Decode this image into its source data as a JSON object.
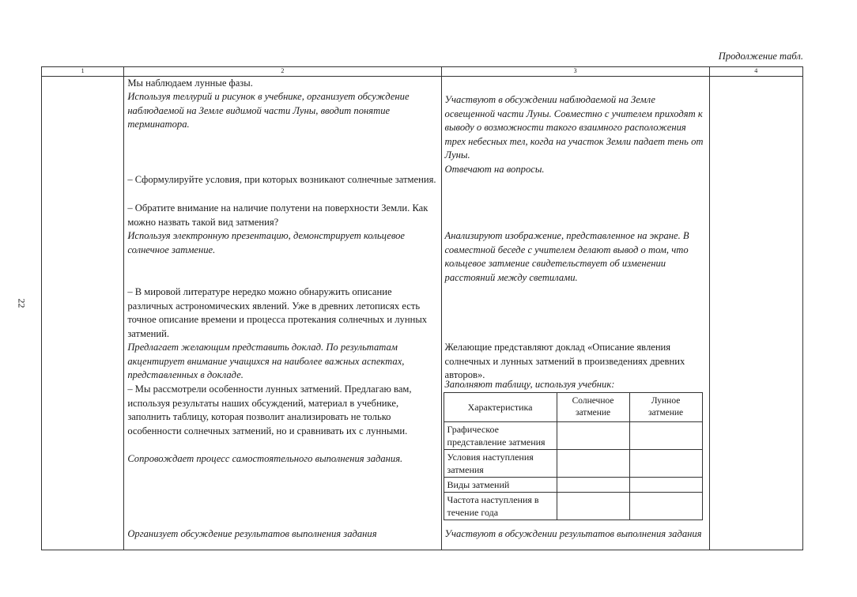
{
  "caption": "Продолжение табл.",
  "page_number": "22",
  "header_cols": [
    "1",
    "2",
    "3",
    "4"
  ],
  "col2": {
    "b1": "Мы наблюдаем лунные фазы.",
    "b2": "Используя теллурий и рисунок в учебнике, организует обсуждение наблюдаемой на Земле видимой части Луны, вводит понятие терминатора.",
    "b3": "– Сформулируйте условия, при которых возникают солнечные затмения.",
    "b4": "– Обратите внимание на наличие полутени на поверхности Земли. Как можно назвать такой вид затмения?",
    "b5": "Используя электронную презентацию, демонстрирует кольцевое солнечное затмение.",
    "b6": "– В мировой литературе нередко можно обнаружить описание различных астрономических явлений. Уже в древних летописях есть точное описание времени и процесса протекания солнечных и лунных затмений.",
    "b7": "Предлагает желающим представить доклад. По результатам акцентирует внимание учащихся на наиболее важных аспектах, представленных в докладе.",
    "b8": "– Мы рассмотрели особенности лунных затмений. Предлагаю вам, используя результаты наших обсуждений, материал в учебнике, заполнить таблицу, которая позволит анализировать не только особенности солнечных затмений, но и сравнивать их с лунными.",
    "b9": "Сопровождает процесс самостоятельного выполнения задания.",
    "b10": "Организует обсуждение результатов выполнения задания"
  },
  "col3": {
    "b1": "Участвуют в обсуждении наблюдаемой на Земле освещенной части Луны. Совместно с учителем приходят к выводу о возможности такого взаимного расположения трех небесных тел, когда на участок Земли падает тень от Луны.",
    "b2": "Отвечают на вопросы.",
    "b3": "Анализируют изображение, представленное на экране. В совместной беседе с учителем делают вывод о том, что кольцевое затмение свидетельствует об изменении расстояний между светилами.",
    "b4": "Желающие представляют доклад «Описание явления солнечных и лунных затмений в произведениях древних авторов».",
    "b5": "Заполняют таблицу, используя учебник:",
    "b6": "Участвуют в обсуждении результатов выполнения задания"
  },
  "sub_table": {
    "headers": [
      "Характеристика",
      "Солнечное затмение",
      "Лунное затмение"
    ],
    "rows": [
      [
        "Графическое представление затмения",
        "",
        ""
      ],
      [
        "Условия наступления затмения",
        "",
        ""
      ],
      [
        "Виды затмений",
        "",
        ""
      ],
      [
        "Частота наступления в течение года",
        "",
        ""
      ]
    ]
  }
}
